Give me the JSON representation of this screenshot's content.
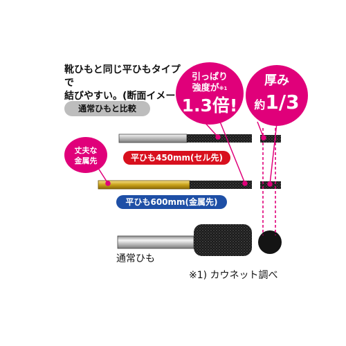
{
  "headline": {
    "line1": "靴ひもと同じ平ひもタイプで",
    "line2": "結びやすい。(断面イメージ)"
  },
  "compare_label": "通常ひもと比較",
  "strength_bubble": {
    "line1": "引っぱり",
    "line2": "強度が",
    "note": "※1",
    "value": "1.3倍!"
  },
  "thickness_bubble": {
    "line1": "厚み",
    "prefix": "約",
    "value": "1/3"
  },
  "metal_bubble": {
    "line1": "丈夫な",
    "line2": "金属先"
  },
  "lace_450_label": "平ひも450mm(セル先)",
  "lace_600_label": "平ひも600mm(金属先)",
  "normal_label": "通常ひも",
  "footnote": "※1) カウネット調べ",
  "colors": {
    "accent_pink": "#e0007a",
    "label_red": "#d8101e",
    "label_blue": "#1e4fa6",
    "metal_gold": "#c9a21a",
    "lace_black": "#1a1a1a"
  }
}
